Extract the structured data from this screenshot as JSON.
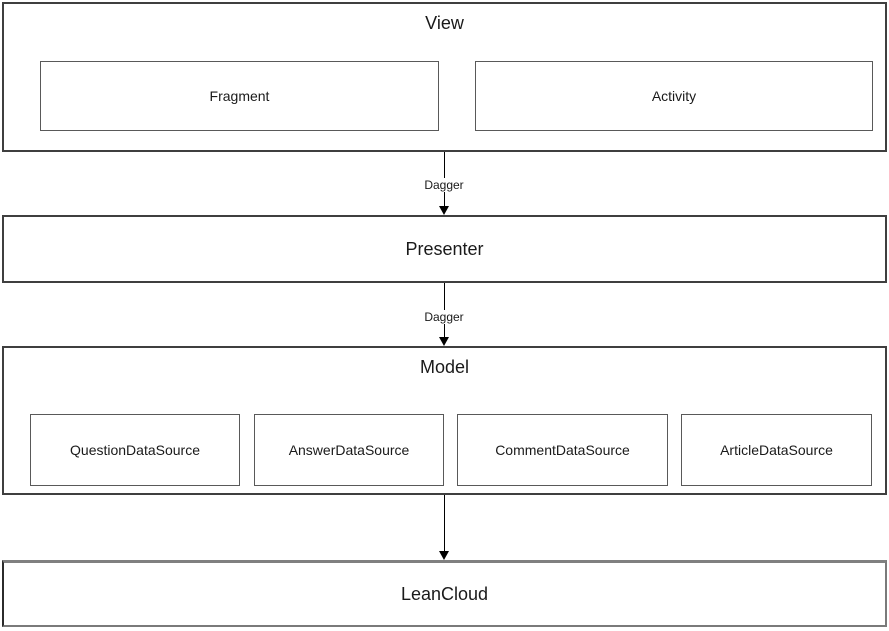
{
  "diagram": {
    "view": {
      "title": "View",
      "children": [
        {
          "label": "Fragment"
        },
        {
          "label": "Activity"
        }
      ]
    },
    "arrows": [
      {
        "label": "Dagger"
      },
      {
        "label": "Dagger"
      },
      {
        "label": ""
      }
    ],
    "presenter": {
      "title": "Presenter"
    },
    "model": {
      "title": "Model",
      "children": [
        {
          "label": "QuestionDataSource"
        },
        {
          "label": "AnswerDataSource"
        },
        {
          "label": "CommentDataSource"
        },
        {
          "label": "ArticleDataSource"
        }
      ]
    },
    "backend": {
      "title": "LeanCloud"
    }
  },
  "colors": {
    "background": "#ffffff",
    "outer_border": "#3f3f3f",
    "inner_border": "#595959",
    "backend_top_border": "#808080",
    "text": "#1a1a1a",
    "arrow": "#000000"
  }
}
